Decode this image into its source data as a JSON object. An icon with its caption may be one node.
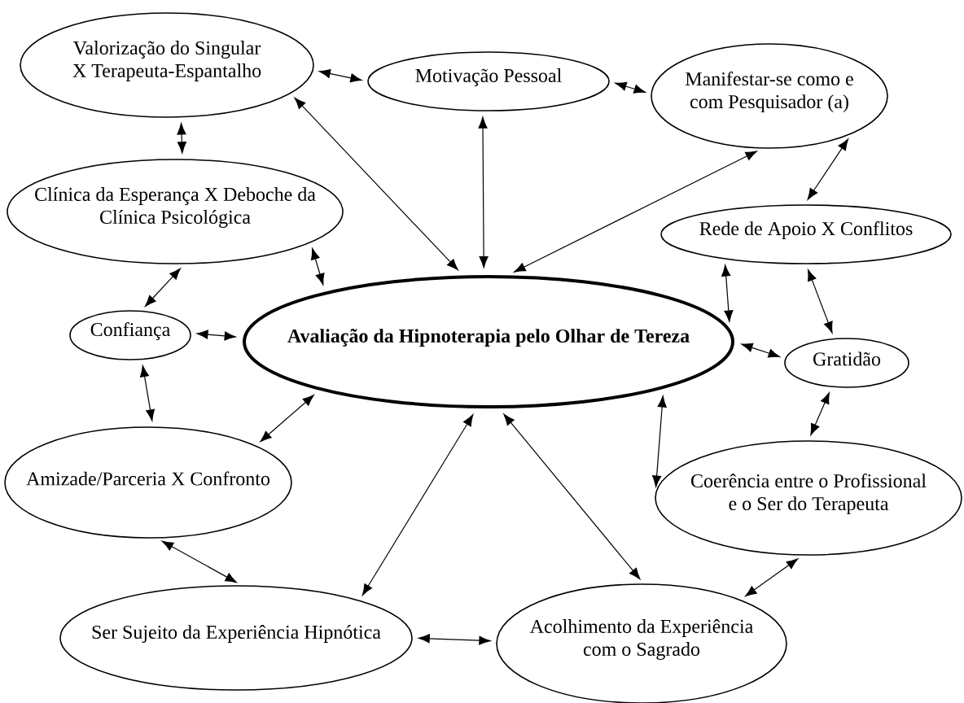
{
  "diagram": {
    "nodes": [
      {
        "text": [
          "Valorização do Singular X Terapeuta-Espantalho"
        ]
      },
      {
        "text": [
          "Motivação Pessoal"
        ]
      },
      {
        "text": [
          "Manifestar-se como e com Pesquisador (a)"
        ]
      },
      {
        "text": [
          "Clínica da Esperança X Deboche da Clínica Psicológica"
        ]
      },
      {
        "text": [
          "Rede de Apoio X Conflitos"
        ]
      },
      {
        "text": [
          "Confiança"
        ]
      },
      {
        "text": [
          "Avaliação da Hipnoterapia pelo Olhar de Tereza"
        ]
      },
      {
        "text": [
          "Gratidão"
        ]
      },
      {
        "text": [
          "Amizade/Parceria X Confronto"
        ]
      },
      {
        "text": [
          "Coerência entre o Profissional e o Ser do Terapeuta"
        ]
      },
      {
        "text": [
          "Ser Sujeito da Experiência Hipnótica"
        ]
      },
      {
        "text": [
          "Acolhimento da Experiência com o Sagrado"
        ]
      }
    ],
    "edges": [
      {
        "from": 0,
        "to": 1,
        "arrow": "both"
      },
      {
        "from": 0,
        "to": 3,
        "arrow": "both"
      },
      {
        "from": 0,
        "to": 6,
        "arrow": "both"
      },
      {
        "from": 1,
        "to": 6,
        "arrow": "both"
      },
      {
        "from": 1,
        "to": 2,
        "arrow": "both"
      },
      {
        "from": 2,
        "to": 6,
        "arrow": "both"
      },
      {
        "from": 2,
        "to": 4,
        "arrow": "both"
      },
      {
        "from": 3,
        "to": 5,
        "arrow": "both"
      },
      {
        "from": 3,
        "to": 6,
        "arrow": "both"
      },
      {
        "from": 5,
        "to": 6,
        "arrow": "both"
      },
      {
        "from": 4,
        "to": 6,
        "arrow": "both"
      },
      {
        "from": 4,
        "to": 7,
        "arrow": "both"
      },
      {
        "from": 6,
        "to": 7,
        "arrow": "both"
      },
      {
        "from": 5,
        "to": 8,
        "arrow": "both"
      },
      {
        "from": 8,
        "to": 6,
        "arrow": "both"
      },
      {
        "from": 6,
        "to": 10,
        "arrow": "both"
      },
      {
        "from": 6,
        "to": 11,
        "arrow": "both"
      },
      {
        "from": 6,
        "to": 9,
        "arrow": "both"
      },
      {
        "from": 7,
        "to": 9,
        "arrow": "both"
      },
      {
        "from": 8,
        "to": 10,
        "arrow": "both"
      },
      {
        "from": 10,
        "to": 11,
        "arrow": "both"
      },
      {
        "from": 9,
        "to": 11,
        "arrow": "both"
      }
    ]
  }
}
